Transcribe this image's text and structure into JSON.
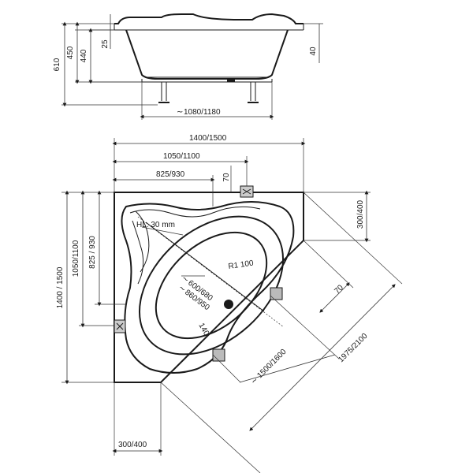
{
  "side_view": {
    "dim_610": "610",
    "dim_450": "450",
    "dim_440": "440",
    "dim_25": "25",
    "dim_40": "40",
    "dim_bottom": "1080/1180",
    "tilde": "~"
  },
  "top_view": {
    "dim_width": "1400/1500",
    "dim_1050": "1050/1100",
    "dim_825": "825/930",
    "dim_70_top": "70",
    "dim_300_right": "300/400",
    "dim_height": "1400 / 1500",
    "dim_1050_left": "1050/1100",
    "dim_825_left": "825 / 930",
    "dim_300_bottom": "300/400",
    "hl_label": "HL. 30 mm",
    "radius_label": "R1 100",
    "inner_600": "600/680",
    "inner_860": "860/950",
    "dim_140": "140",
    "dim_70_diag": "70",
    "dim_1500": "1500/1600",
    "dim_1975": "1975/2100",
    "tilde": "~"
  }
}
